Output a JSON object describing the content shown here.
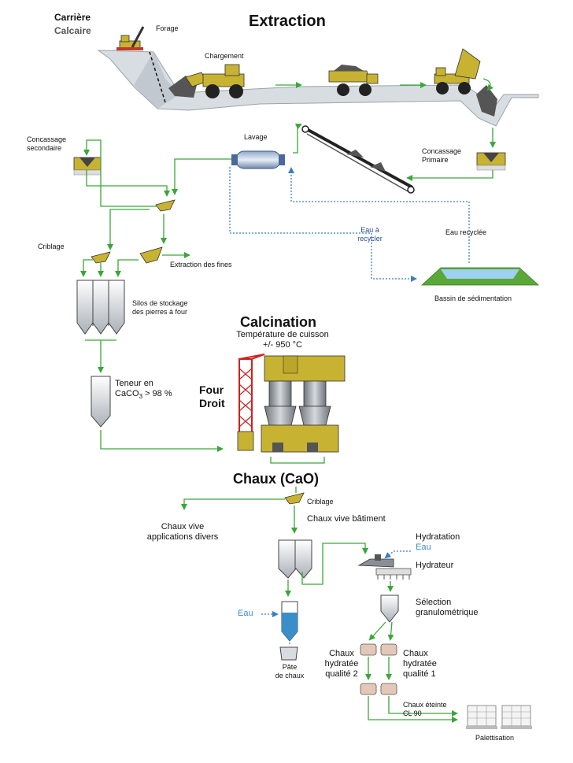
{
  "header": {
    "quarry_line1": "Carrière",
    "quarry_line2": "Calcaire",
    "extraction_title": "Extraction"
  },
  "extraction": {
    "forage": "Forage",
    "chargement": "Chargement"
  },
  "crushing": {
    "secondary_line1": "Concassage",
    "secondary_line2": "secondaire",
    "primary_line1": "Concassage",
    "primary_line2": "Primaire",
    "lavage": "Lavage"
  },
  "water": {
    "recycle_line1": "Eau à",
    "recycle_line2": "recycler",
    "recycled": "Eau recyclée",
    "basin": "Bassin de sédimentation"
  },
  "screening": {
    "criblage": "Criblage",
    "fines": "Extraction des fines",
    "silos_line1": "Silos de stockage",
    "silos_line2": "des pierres à four",
    "teneur_line1": "Teneur en",
    "teneur_co": "CaCO",
    "teneur_sub": "3",
    "teneur_rest": " > 98 %"
  },
  "calcination": {
    "title": "Calcination",
    "temp_line1": "Température de cuisson",
    "temp_line2": "+/- 950 °C",
    "four_line1": "Four",
    "four_line2": "Droit"
  },
  "lime": {
    "title": "Chaux (CaO)",
    "criblage": "Criblage",
    "vive_batiment": "Chaux vive bâtiment",
    "vive_divers_line1": "Chaux vive",
    "vive_divers_line2": "applications divers",
    "hydratation": "Hydratation",
    "eau_hydr": "Eau",
    "hydrateur": "Hydrateur",
    "eau_pate": "Eau",
    "pate_line1": "Pâte",
    "pate_line2": "de chaux",
    "selection_line1": "Sélection",
    "selection_line2": "granulométrique",
    "q2_line1": "Chaux",
    "q2_line2": "hydratée",
    "q2_line3": "qualité 2",
    "q1_line1": "Chaux",
    "q1_line2": "hydratée",
    "q1_line3": "qualité 1",
    "eteinte_line1": "Chaux éteinte",
    "eteinte_line2": "CL 90",
    "palettisation": "Palettisation"
  },
  "colors": {
    "flow_arrow": "#3aa63a",
    "water_dotted": "#3a7fc0",
    "machinery": "#c8b232",
    "crane": "#d02020",
    "silo": "#c9ccd0",
    "basin_green": "#5aa838",
    "basin_water": "#9fd0ee"
  }
}
